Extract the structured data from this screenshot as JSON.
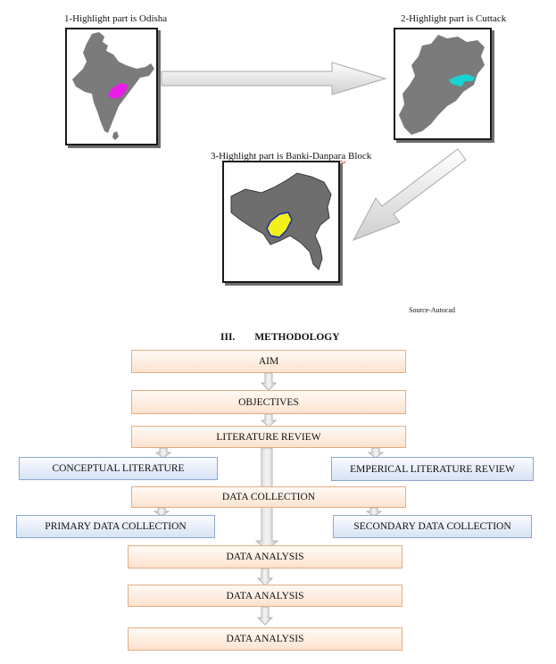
{
  "maps": {
    "caption1": "1-Highlight part is Odisha",
    "caption2": "2-Highlight part is Cuttack",
    "caption3_prefix": "3-Highlight part is ",
    "caption3_name": "Banki-Danpara",
    "caption3_suffix": " Block",
    "source": "Source-Autocad"
  },
  "section": {
    "number": "III.",
    "title": "METHODOLOGY"
  },
  "flow": {
    "aim": "AIM",
    "objectives": "OBJECTIVES",
    "literature_review": "LITERATURE REVIEW",
    "conceptual_literature": "CONCEPTUAL LITERATURE",
    "emperical_literature_review": "EMPERICAL LITERATURE REVIEW",
    "data_collection": "DATA COLLECTION",
    "primary_data_collection": "PRIMARY DATA COLLECTION",
    "secondary_data_collection": "SECONDARY DATA COLLECTION",
    "data_analysis_1": "DATA ANALYSIS",
    "data_analysis_2": "DATA ANALYSIS",
    "data_analysis_3": "DATA ANALYSIS"
  },
  "colors": {
    "odisha_highlight": "#e81ee8",
    "cuttack_highlight": "#19d2d2",
    "block_highlight": "#f2f21a",
    "map_fill": "#7b7b7b",
    "peach_box": "#fde3cf",
    "blue_box": "#d6e2f4"
  }
}
